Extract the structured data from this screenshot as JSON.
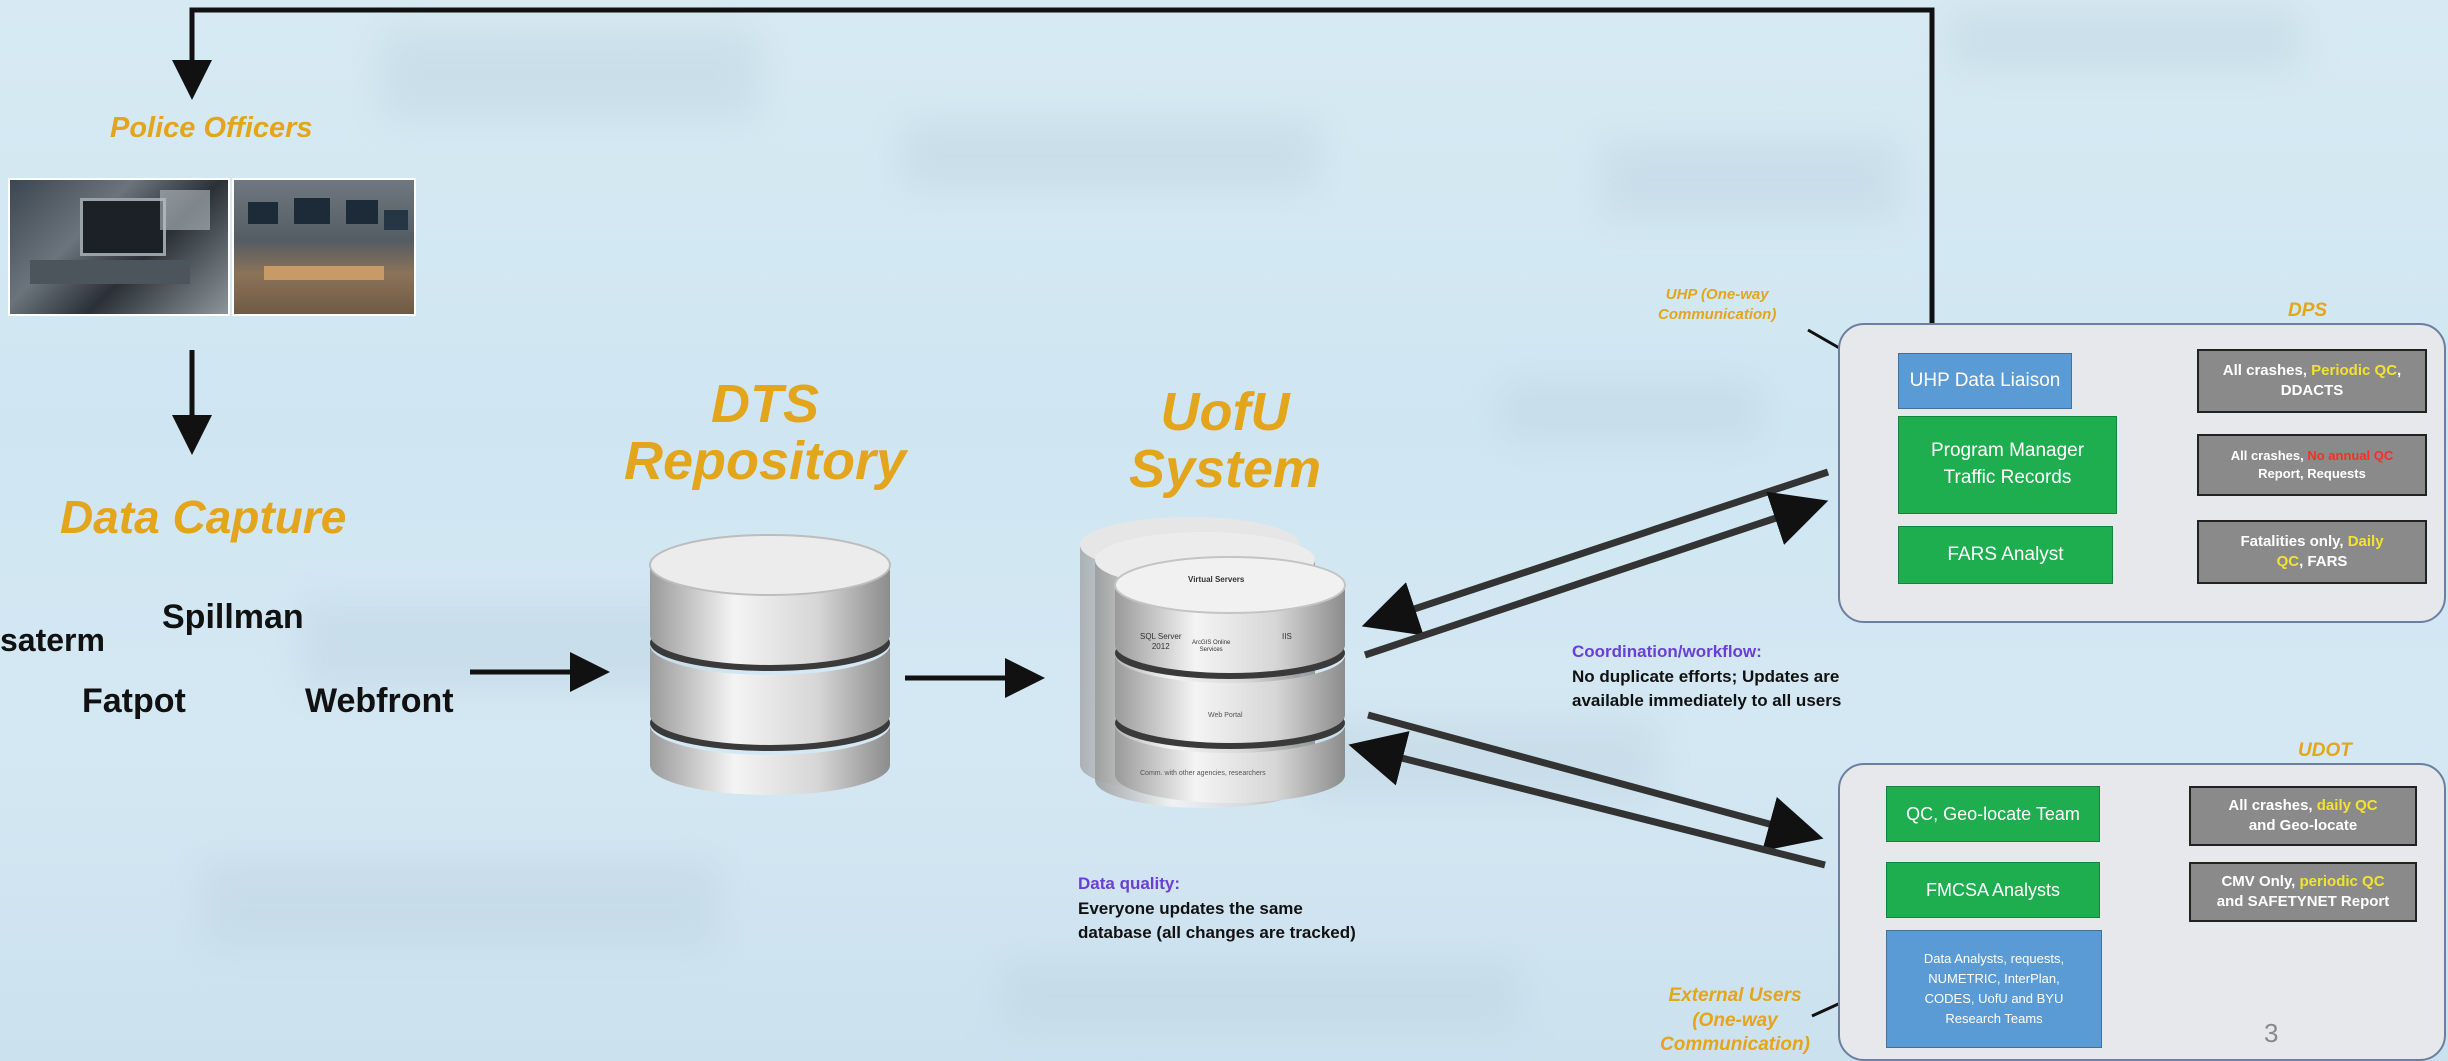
{
  "labels": {
    "police_officers": "Police Officers",
    "data_capture": "Data Capture",
    "dts_line1": "DTS",
    "dts_line2": "Repository",
    "uofu_line1": "UofU",
    "uofu_line2": "System",
    "dps": "DPS",
    "udot": "UDOT",
    "uhp_line1": "UHP (One-way",
    "uhp_line2": "Communication)",
    "ext_line1": "External Users",
    "ext_line2": "(One-way",
    "ext_line3": "Communication)"
  },
  "capture_systems": {
    "versaterm": "saterm",
    "spillman": "Spillman",
    "fatpot": "Fatpot",
    "webfront": "Webfront"
  },
  "server_text": {
    "virtual": "Virtual Servers",
    "sql_line1": "SQL Server",
    "sql_line2": "2012",
    "arcgis_line1": "ArcGIS Online",
    "arcgis_line2": "Services",
    "iis": "IIS",
    "web": "Web Portal",
    "comm": "Comm. with other agencies, researchers"
  },
  "dps_boxes": {
    "uhp_liaison": "UHP Data Liaison",
    "pm_line1": "Program Manager",
    "pm_line2": "Traffic Records",
    "fars_analyst": "FARS Analyst"
  },
  "dps_outputs": {
    "o1_a": "All crashes, ",
    "o1_b": "Periodic QC",
    "o1_c": ",",
    "o1_d": "DDACTS",
    "o2_a": "All crashes, ",
    "o2_b": "No annual QC",
    "o2_c": "Report, Requests",
    "o3_a": "Fatalities only, ",
    "o3_b": "Daily",
    "o3_c": "QC",
    "o3_d": ", FARS"
  },
  "udot_boxes": {
    "qc_team": "QC, Geo-locate Team",
    "fmcsa": "FMCSA Analysts",
    "ext_line1": "Data Analysts, requests,",
    "ext_line2": "NUMETRIC, InterPlan,",
    "ext_line3": "CODES, UofU and BYU",
    "ext_line4": "Research Teams"
  },
  "udot_outputs": {
    "o1_a": "All crashes, ",
    "o1_b": "daily QC",
    "o1_c": "and Geo-locate",
    "o2_a": "CMV Only, ",
    "o2_b": "periodic QC",
    "o2_c": "and SAFETYNET Report"
  },
  "notes": {
    "coord_title": "Coordination/workflow:",
    "coord_line1": "No duplicate efforts; Updates are",
    "coord_line2": "available immediately to all users",
    "dq_title": "Data quality:",
    "dq_line1": "Everyone updates the same",
    "dq_line2": "database (all changes are tracked)"
  },
  "page_number": "3"
}
